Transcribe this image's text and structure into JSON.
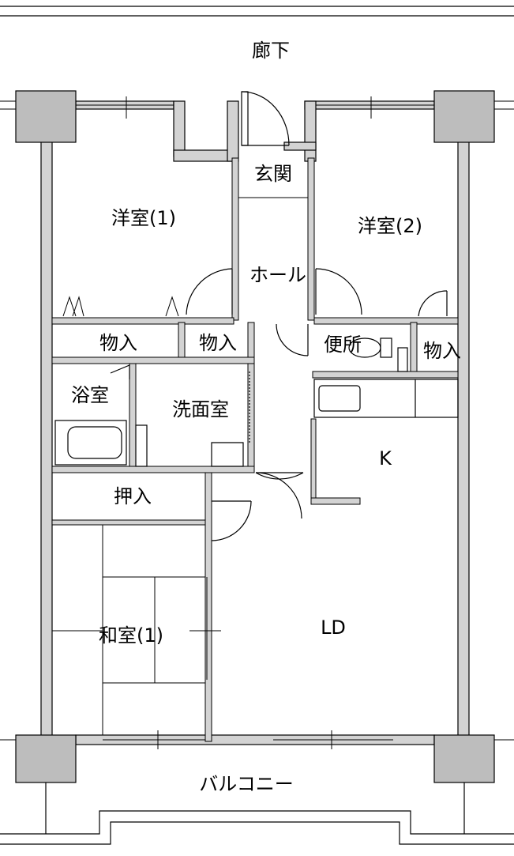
{
  "labels": {
    "corridor": "廊下",
    "entrance": "玄関",
    "western_room_1": "洋室(1)",
    "western_room_2": "洋室(2)",
    "hall": "ホール",
    "storage_1": "物入",
    "storage_2": "物入",
    "storage_3": "物入",
    "toilet": "便所",
    "bathroom": "浴室",
    "washroom": "洗面室",
    "kitchen": "K",
    "closet": "押入",
    "japanese_room": "和室(1)",
    "living_dining": "LD",
    "balcony": "バルコニー"
  },
  "colors": {
    "wall": "#d3d3d3",
    "column": "#bdbdbd",
    "line": "#000000",
    "background": "#ffffff"
  }
}
